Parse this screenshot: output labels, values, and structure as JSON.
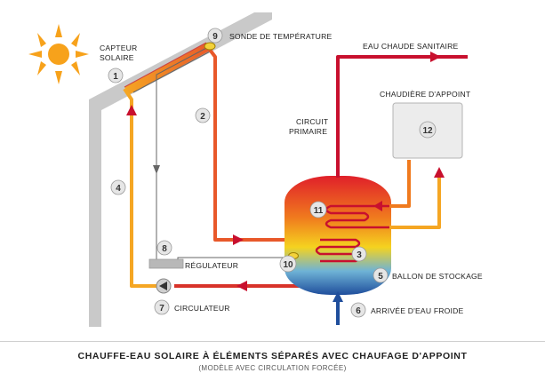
{
  "labels": {
    "capteur_line1": "CAPTEUR",
    "capteur_line2": "SOLAIRE",
    "sonde": "SONDE DE TEMPÉRATURE",
    "eau_chaude": "EAU CHAUDE SANITAIRE",
    "chaudiere": "CHAUDIÈRE D'APPOINT",
    "circuit_line1": "CIRCUIT",
    "circuit_line2": "PRIMAIRE",
    "regulateur": "RÉGULATEUR",
    "circulateur": "CIRCULATEUR",
    "ballon": "BALLON DE STOCKAGE",
    "arrivee": "ARRIVÉE D'EAU FROIDE"
  },
  "numbers": {
    "n1": "1",
    "n2": "2",
    "n3": "3",
    "n4": "4",
    "n5": "5",
    "n6": "6",
    "n7": "7",
    "n8": "8",
    "n9": "9",
    "n10": "10",
    "n11": "11",
    "n12": "12"
  },
  "caption": {
    "title": "CHAUFFE-EAU SOLAIRE À ÉLÉMENTS SÉPARÉS AVEC CHAUFAGE D'APPOINT",
    "subtitle": "(MODÈLE AVEC CIRCULATION FORCÉE)"
  },
  "colors": {
    "hot_pipe": "#c8102e",
    "warm_pipe": "#e8582a",
    "cool_pipe": "#f5a623",
    "cold_pipe": "#1f4e9c",
    "house": "#bdbdbd",
    "sun": "#f7a21b"
  }
}
